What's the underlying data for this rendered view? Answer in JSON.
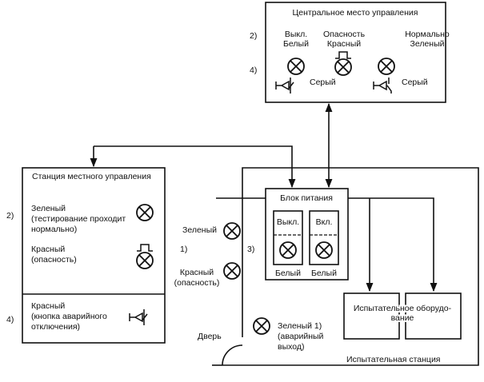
{
  "central": {
    "title": "Центральное место управления",
    "marker_2": "2)",
    "marker_4": "4)",
    "col1": [
      "Выкл.",
      "Белый"
    ],
    "col2": [
      "Опасность",
      "Красный"
    ],
    "col3": [
      "Нормально",
      "Зеленый"
    ],
    "button1_label": "Серый",
    "button2_label": "Серый"
  },
  "local": {
    "title": "Станция местного управления",
    "marker_2": "2)",
    "marker_4": "4)",
    "green": [
      "Зеленый",
      "(тестирование проходит",
      "нормально)"
    ],
    "red": [
      "Красный",
      "(опасность)"
    ],
    "emergency": [
      "Красный",
      "(кнопка аварийного",
      "отключения)"
    ]
  },
  "outside": {
    "green": "Зеленый",
    "marker_1": "1)",
    "red": [
      "Красный",
      "(опасность)"
    ],
    "marker_3": "3)",
    "door": "Дверь"
  },
  "power": {
    "title": "Блок питания",
    "off": "Выкл.",
    "on": "Вкл.",
    "off_color": "Белый",
    "on_color": "Белый"
  },
  "equipment": [
    "Испытательное оборудо-",
    "вание"
  ],
  "exit_lamp": [
    "Зеленый 1)",
    "(аварийный",
    "выход)"
  ],
  "station_label": "Испытательная станция"
}
